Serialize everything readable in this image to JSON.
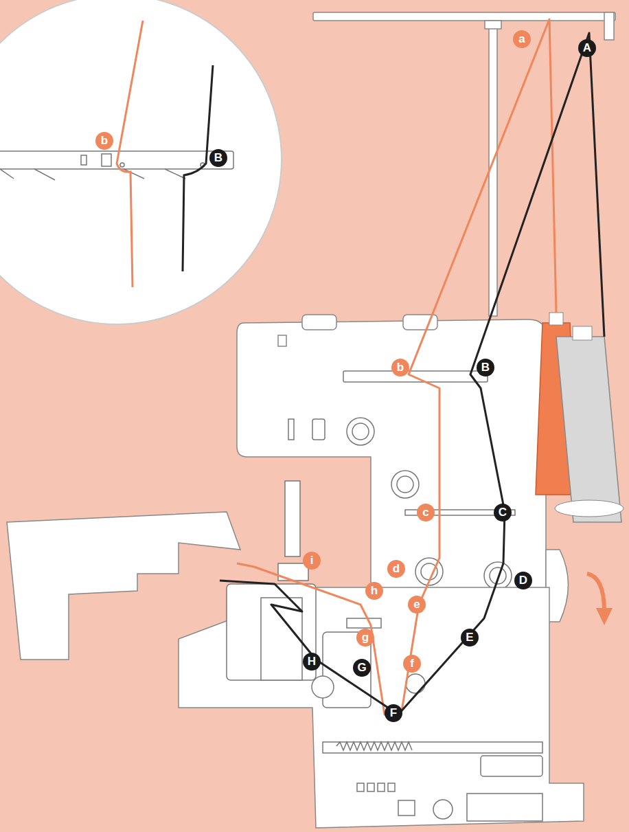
{
  "diagram": {
    "labels": [
      "b",
      "B",
      "a",
      "A",
      "b",
      "B",
      "c",
      "C",
      "d",
      "D",
      "e",
      "E",
      "f",
      "F",
      "g",
      "G",
      "h",
      "H",
      "i"
    ]
  }
}
